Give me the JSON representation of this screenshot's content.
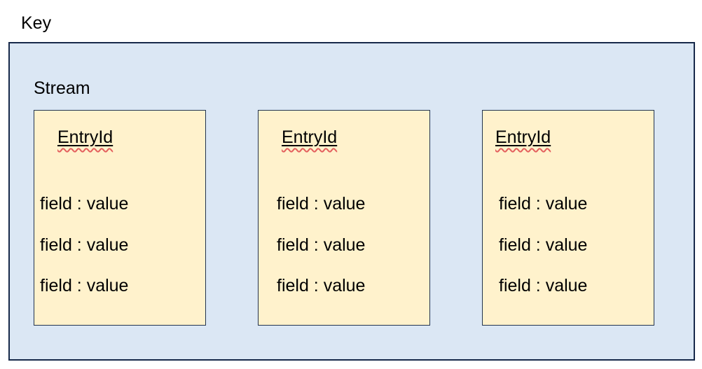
{
  "key_label": "Key",
  "stream": {
    "label": "Stream",
    "fill_color": "#dbe7f4",
    "border_color": "#17294a"
  },
  "entry_card": {
    "fill_color": "#fff2cc",
    "border_color": "#22344f",
    "spellcheck_underline_color": "#e4605e"
  },
  "entries": [
    {
      "entry_id": "EntryId",
      "fields": [
        "field : value",
        "field : value",
        "field : value"
      ]
    },
    {
      "entry_id": "EntryId",
      "fields": [
        "field : value",
        "field : value",
        "field : value"
      ]
    },
    {
      "entry_id": "EntryId",
      "fields": [
        "field : value",
        "field : value",
        "field : value"
      ]
    }
  ]
}
